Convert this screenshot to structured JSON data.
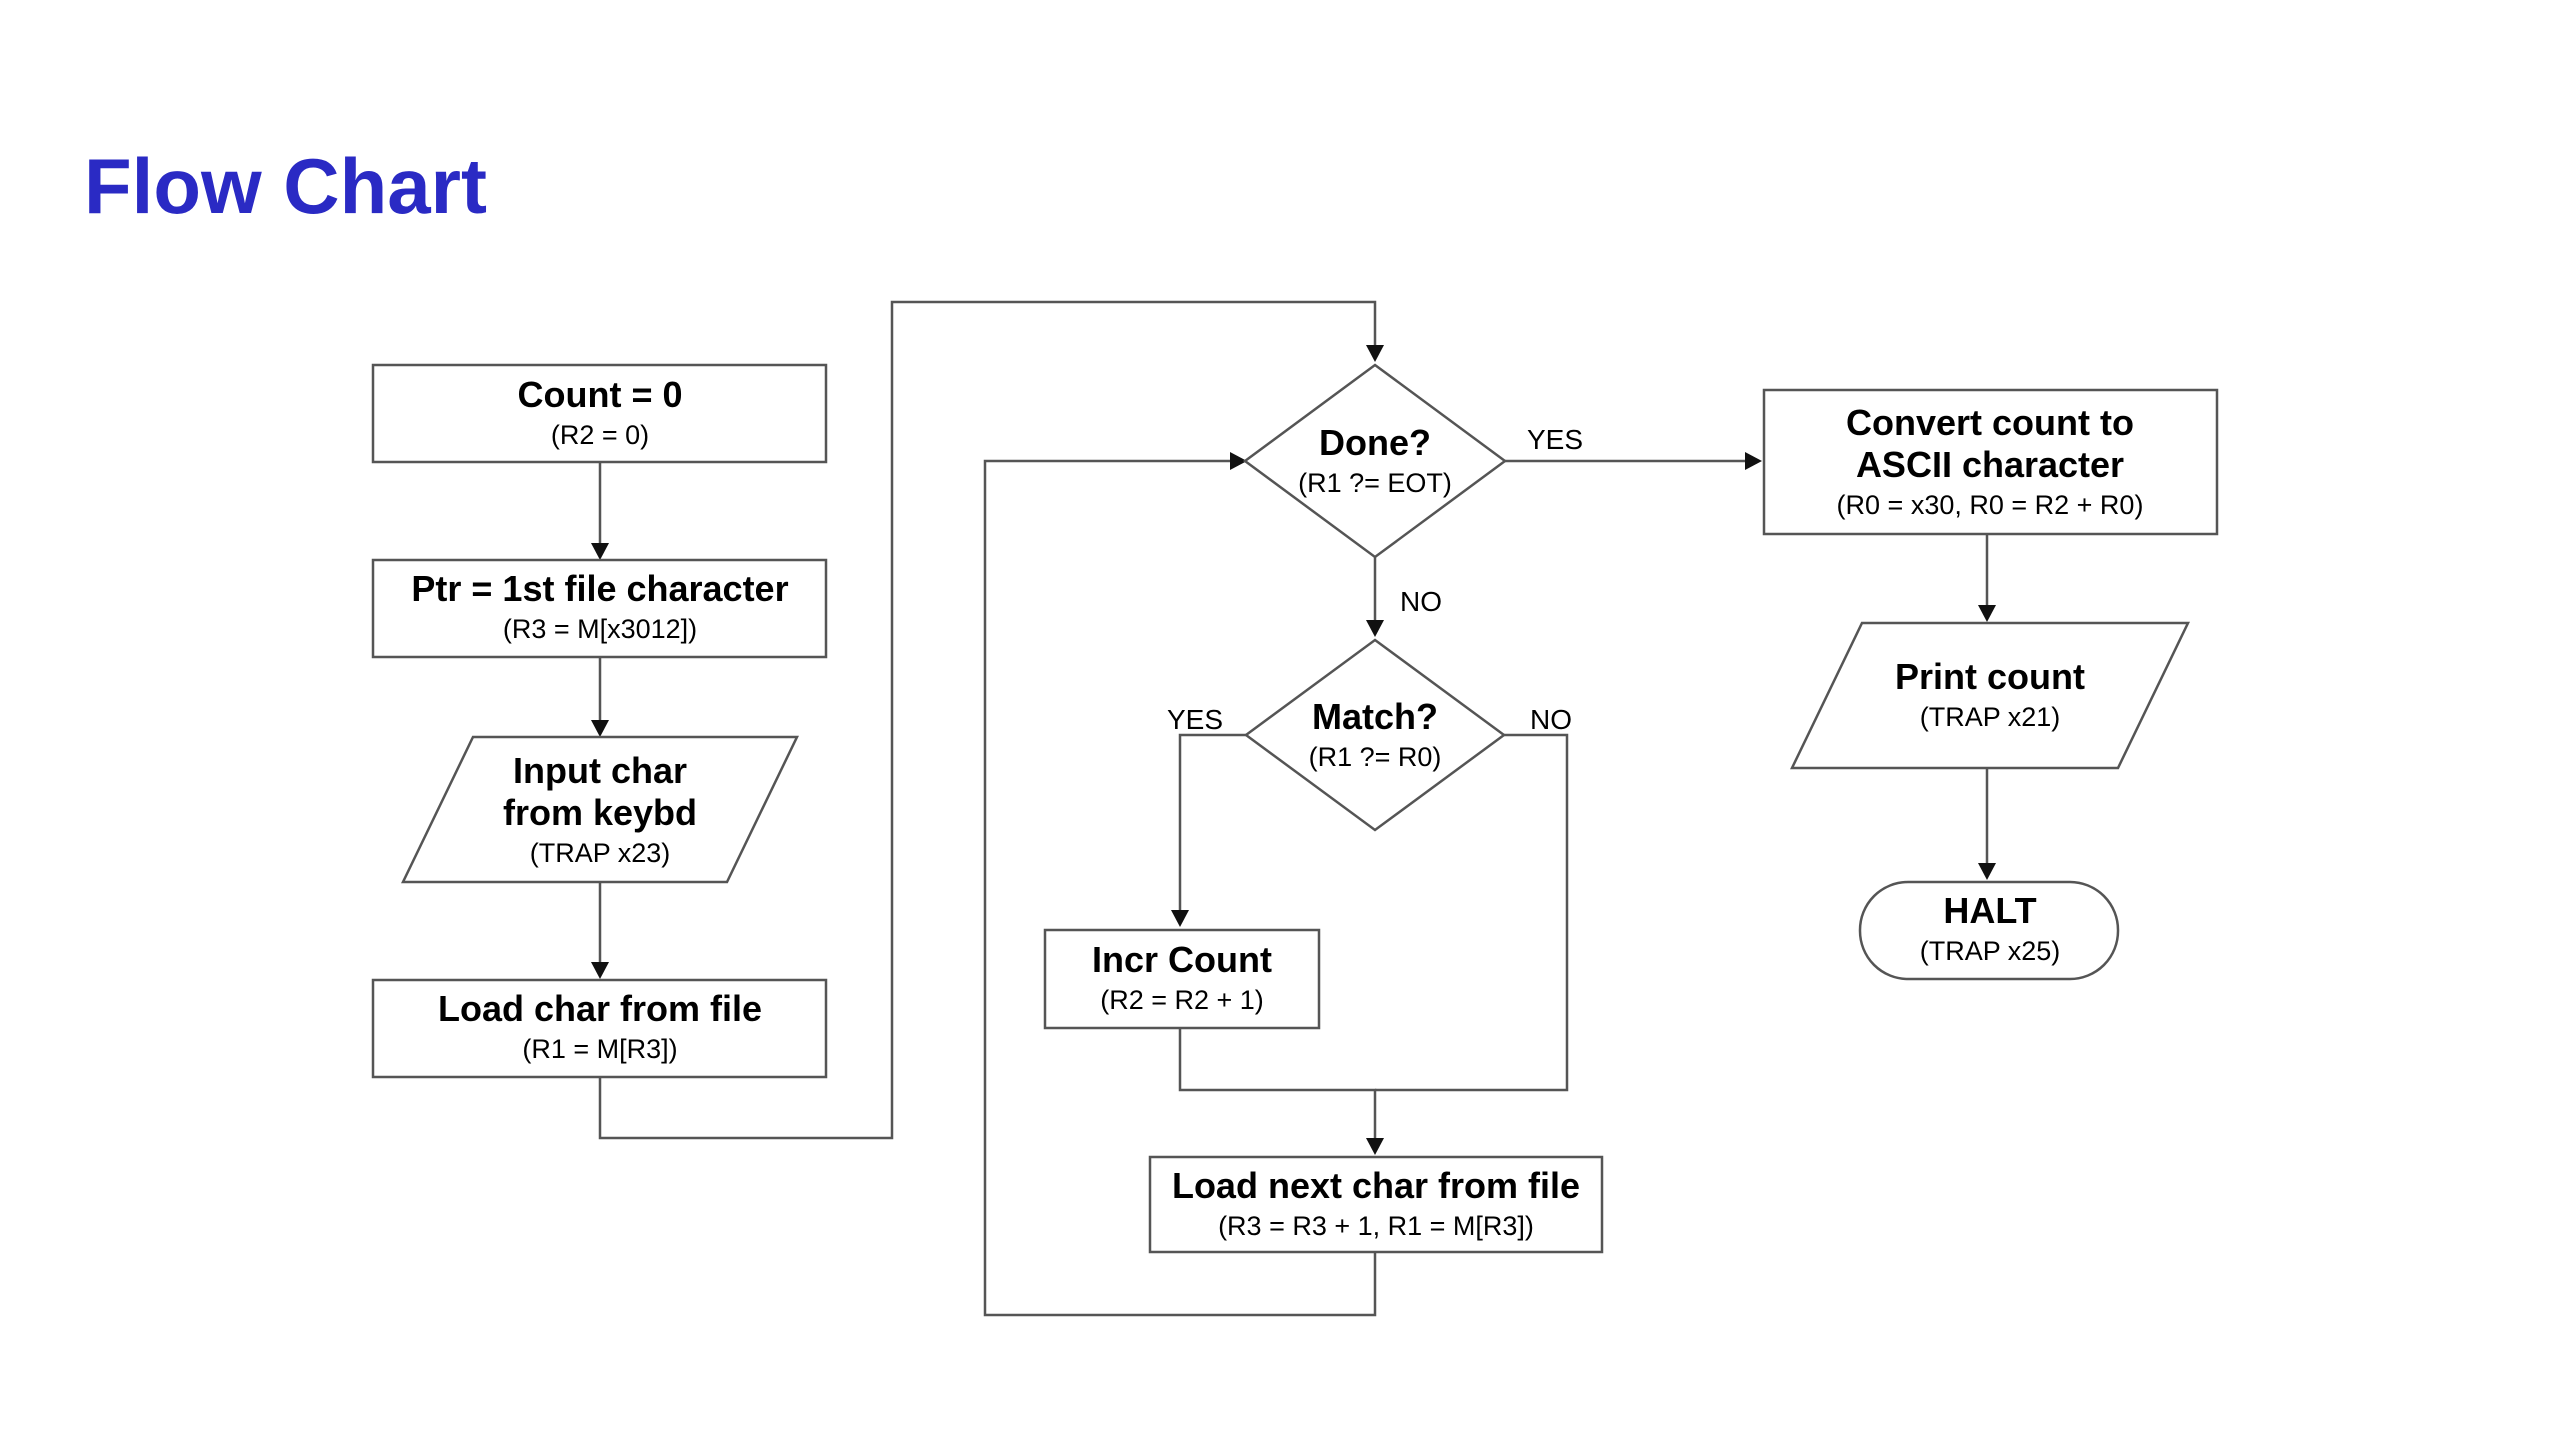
{
  "title": "Flow Chart",
  "nodes": {
    "count_zero": {
      "label": "Count = 0",
      "sub": "(R2 = 0)"
    },
    "ptr_first": {
      "label": "Ptr = 1st file character",
      "sub": "(R3 = M[x3012])"
    },
    "input_char": {
      "label1": "Input char",
      "label2": "from keybd",
      "sub": "(TRAP x23)"
    },
    "load_char": {
      "label": "Load char from file",
      "sub": "(R1 = M[R3])"
    },
    "done": {
      "label": "Done?",
      "sub": "(R1 ?= EOT)"
    },
    "match": {
      "label": "Match?",
      "sub": "(R1 ?= R0)"
    },
    "incr_count": {
      "label": "Incr Count",
      "sub": "(R2 = R2 + 1)"
    },
    "load_next": {
      "label": "Load next char from file",
      "sub": "(R3 = R3 + 1, R1 = M[R3])"
    },
    "convert": {
      "label1": "Convert count to",
      "label2": "ASCII character",
      "sub": "(R0 = x30, R0 = R2 + R0)"
    },
    "print_count": {
      "label": "Print count",
      "sub": "(TRAP x21)"
    },
    "halt": {
      "label": "HALT",
      "sub": "(TRAP x25)"
    }
  },
  "edge_labels": {
    "done_yes": "YES",
    "done_no": "NO",
    "match_yes": "YES",
    "match_no": "NO"
  }
}
